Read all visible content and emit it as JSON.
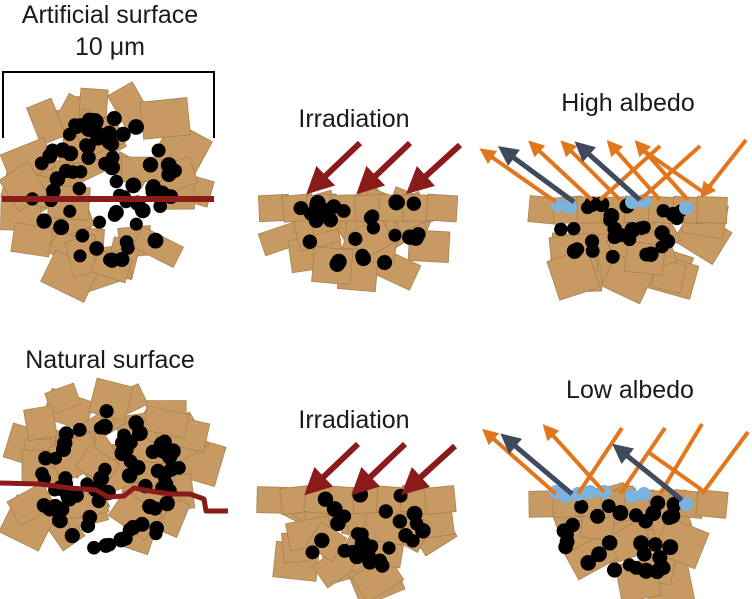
{
  "labels": {
    "artificial_surface": "Artificial surface",
    "scale_bar": "10 μm",
    "natural_surface": "Natural surface",
    "irradiation_top": "Irradiation",
    "irradiation_bottom": "Irradiation",
    "high_albedo": "High albedo",
    "low_albedo": "Low albedo"
  },
  "colors": {
    "grain": "#c89a63",
    "grain_edge": "#a9804e",
    "particle": "#000000",
    "cut_line": "#8b1a1a",
    "irradiation_arrow": "#8b1a1a",
    "reflected_arrow": "#e2761d",
    "dark_arrow": "#3f4a5c",
    "spot": "#7bb3e0",
    "scale_bar": "#000000"
  }
}
